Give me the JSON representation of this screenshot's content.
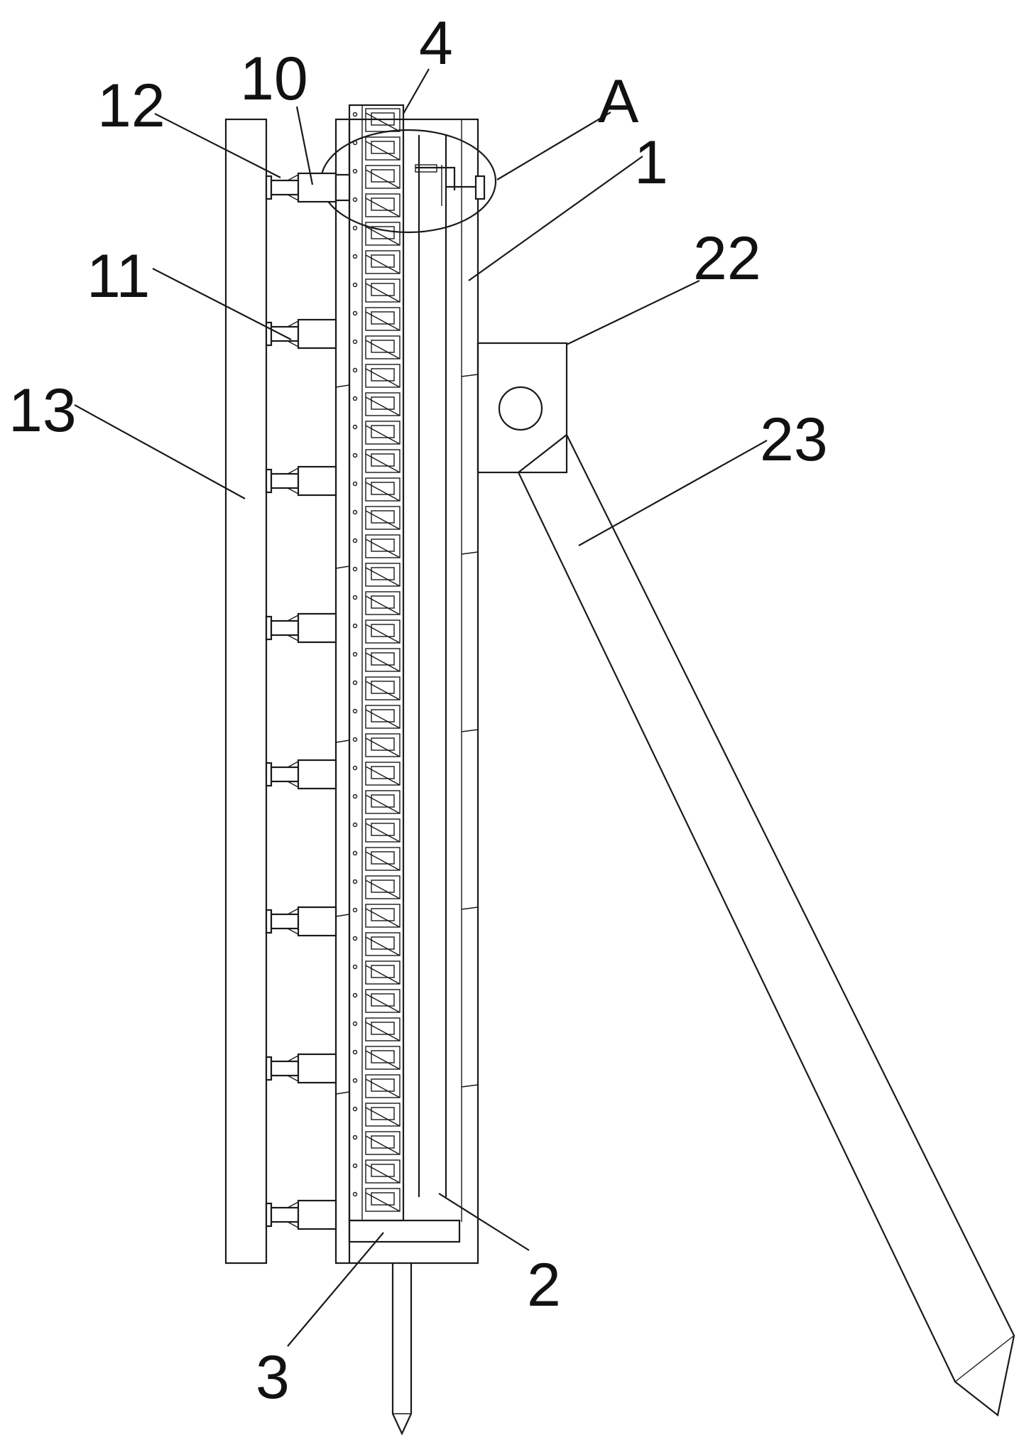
{
  "figure": {
    "labels": {
      "l1": "1",
      "l2": "2",
      "l3": "3",
      "l4": "4",
      "l10": "10",
      "l11": "11",
      "l12": "12",
      "l13": "13",
      "l22": "22",
      "l23": "23",
      "lA": "A"
    }
  }
}
